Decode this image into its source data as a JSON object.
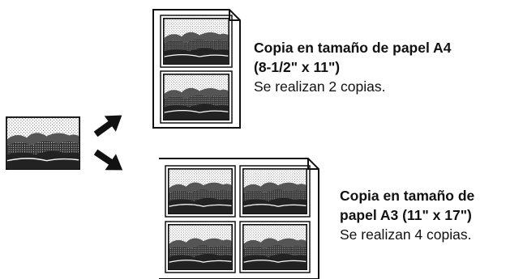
{
  "captions": {
    "a4": {
      "title_line1": "Copia en tamaño de papel A4",
      "title_line2": "(8-1/2\" x 11\")",
      "detail": "Se realizan 2 copias."
    },
    "a3": {
      "title_line1": "Copia en tamaño de",
      "title_line2": "papel A3 (11\" x 17\")",
      "detail": "Se realizan 4 copias."
    }
  },
  "icons": {
    "original": "landscape-photo-icon",
    "arrow_up": "arrow-up-right-icon",
    "arrow_down": "arrow-down-right-icon",
    "sheet_a4": "a4-sheet-icon",
    "sheet_a3": "a3-sheet-icon"
  }
}
